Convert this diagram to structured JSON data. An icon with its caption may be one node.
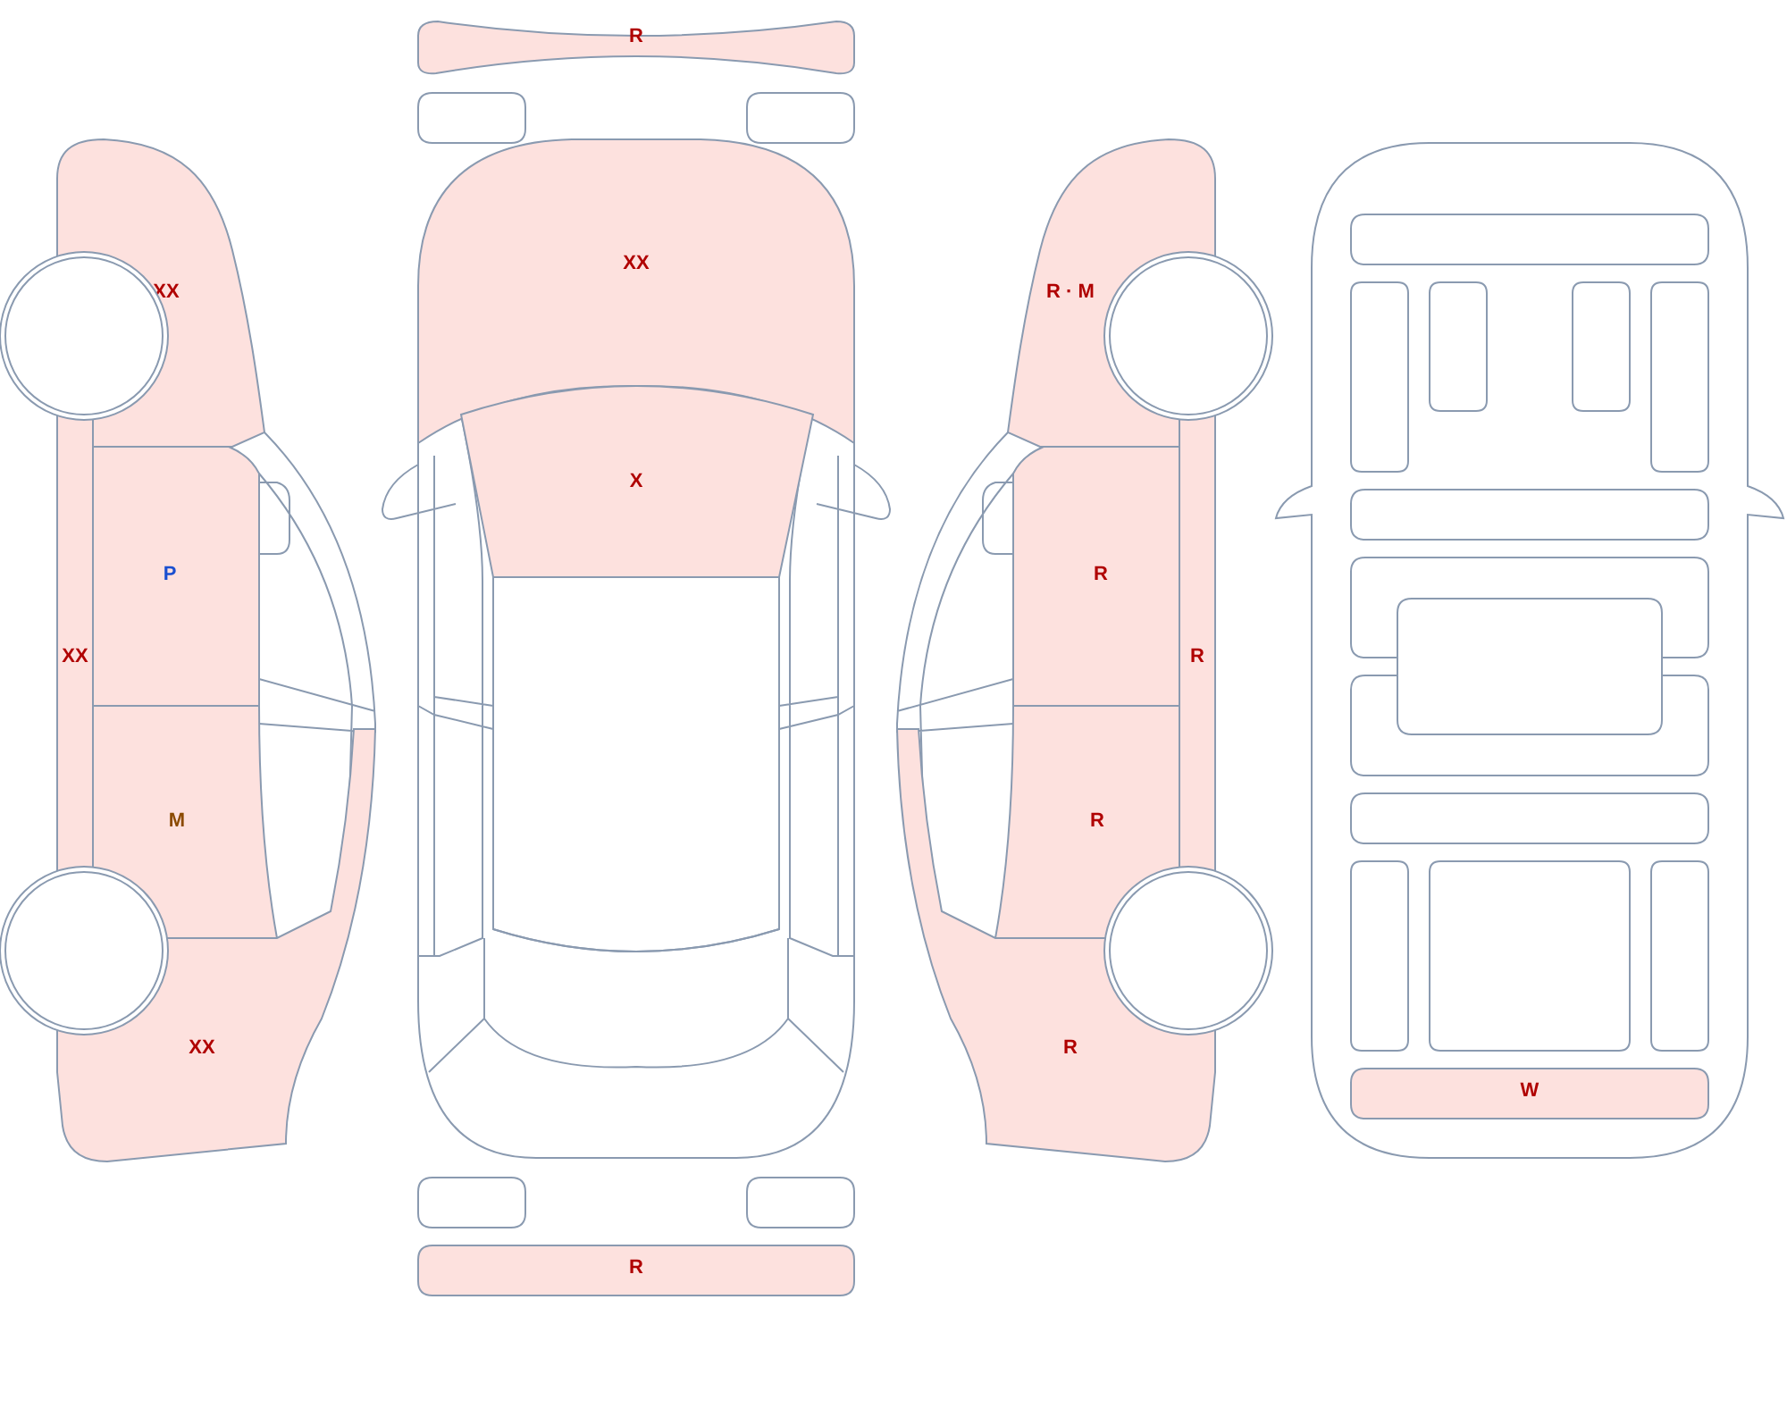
{
  "diagram": {
    "nodes": [
      {
        "text": [
          "R"
        ]
      },
      {
        "text": [],
        "shape": "box"
      },
      {
        "text": [],
        "shape": "box"
      },
      {
        "text": [
          "XX"
        ]
      },
      {
        "text": [],
        "shape": "circle"
      },
      {
        "text": [
          "XX"
        ]
      },
      {
        "text": [
          "R · M"
        ]
      },
      {
        "text": [],
        "shape": "circle"
      },
      {
        "text": [
          "X"
        ]
      },
      {
        "text": [
          "P"
        ]
      },
      {
        "text": [
          "XX"
        ]
      },
      {
        "text": [
          "R"
        ]
      },
      {
        "text": [
          "R"
        ]
      },
      {
        "text": [
          "M"
        ]
      },
      {
        "text": [
          "R"
        ]
      },
      {
        "text": [],
        "shape": "circle"
      },
      {
        "text": [],
        "shape": "circle"
      },
      {
        "text": [
          "XX"
        ]
      },
      {
        "text": [
          "R"
        ]
      },
      {
        "text": [],
        "shape": "box"
      },
      {
        "text": [],
        "shape": "box"
      },
      {
        "text": [
          "R"
        ]
      },
      {
        "text": [],
        "shape": "box"
      },
      {
        "text": [],
        "shape": "box"
      },
      {
        "text": [],
        "shape": "box"
      },
      {
        "text": [],
        "shape": "box"
      },
      {
        "text": [],
        "shape": "box"
      },
      {
        "text": [],
        "shape": "box"
      },
      {
        "text": [],
        "shape": "box"
      },
      {
        "text": [],
        "shape": "box"
      },
      {
        "text": [],
        "shape": "box"
      },
      {
        "text": [],
        "shape": "box"
      },
      {
        "text": [],
        "shape": "box"
      },
      {
        "text": [],
        "shape": "box"
      },
      {
        "text": [],
        "shape": "box"
      },
      {
        "text": [
          "W"
        ]
      }
    ]
  }
}
